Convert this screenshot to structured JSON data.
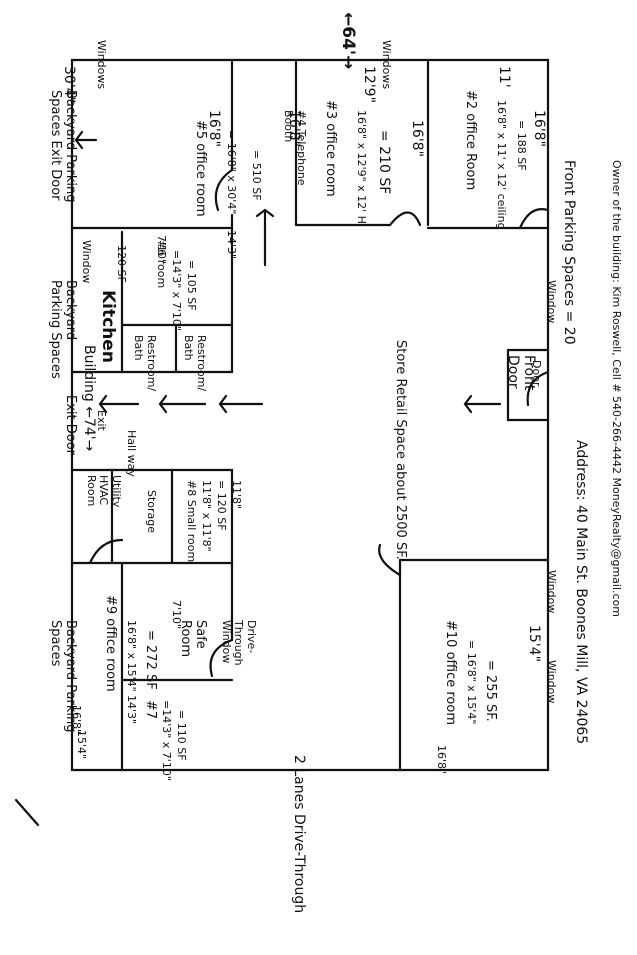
{
  "plan": {
    "building_width": "←64'→",
    "building_length": "Building ←74'→",
    "backyard_exit": "Backyard Parking Spaces Exit Door",
    "backyard_parking_1": "Backyard Parking Spaces",
    "backyard_parking_2": "Backyard Parking Spaces",
    "exit_door": "Exit Door",
    "exit": "Exit",
    "hall_way": "Hall way",
    "window": "Window",
    "windows": "Windows",
    "door": "Door",
    "drive_through_window": "Drive-Through Window",
    "drive_through_lanes": "2 Lanes Drive-Through",
    "store_retail": "Store Retail Space about 2500 SF.",
    "front_door": "Front Door",
    "front_parking": "Front Parking Spaces = 20",
    "address": "Address: 40 Main St. Boones Mill, VA 24065",
    "owner": "Owner of the building: Kim Roswell, Cell # 540-266-4442 MoneyRealty@gmail.com"
  },
  "rooms": {
    "r5": {
      "title": "#5 office room",
      "dims": "= 16'8\" x 30'4\"",
      "area": "= 510 SF"
    },
    "r4": {
      "title": "#4 Telephone Booth"
    },
    "r3": {
      "title": "#3 office room",
      "dims": "16'8\" x 12'9\" x 12' H.",
      "area": "= 210 SF"
    },
    "r2": {
      "title": "#2 office Room",
      "dims": "16'8\" x 11' x 12' ceiling",
      "area": "= 188 SF"
    },
    "kitchen": {
      "title": "Kitchen",
      "area": "120 SF"
    },
    "r6": {
      "title": "#6 room",
      "dims": "=14'3\" x 7'10\"",
      "area": "= 105 SF"
    },
    "rest1": {
      "title": "Restroom/ Bath"
    },
    "rest2": {
      "title": "Restroom/ Bath"
    },
    "utility": {
      "title": "Utility HVAC Room"
    },
    "storage": {
      "title": "Storage"
    },
    "r8": {
      "title": "#8 Small room",
      "dims": "11'8\" x 11'8\"",
      "area": "= 120 SF"
    },
    "r9": {
      "title": "#9 office room",
      "dims": "16'8\" x 15'4\"",
      "area": "= 272 SF"
    },
    "r7": {
      "title": "#7",
      "dims": "=14'3\" x 7'10\"",
      "area": "= 110 SF"
    },
    "safe": {
      "title": "Safe Room"
    },
    "r10": {
      "title": "#10 office room",
      "dims": "= 16'8\" x 15'4\"",
      "area": "= 255 SF."
    }
  },
  "dims": {
    "d30_4": "30'4\"",
    "d12_9": "12'9\"",
    "d11": "11'",
    "d16_8a": "16'8\"",
    "d16_8b": "16'8\"",
    "d16_8c": "16'8\"",
    "d16_8d": "16'8\"",
    "d16_8e": "16'8\"",
    "d16_8f": "16'8\"",
    "d14_3a": "14'3\"",
    "d14_3b": "14'3\"",
    "d7_10a": "7'10\"",
    "d7_10b": "7'10\"",
    "d15_4a": "15'4\"",
    "d15_4b": "15'4\"",
    "d11_8": "11'8\""
  }
}
